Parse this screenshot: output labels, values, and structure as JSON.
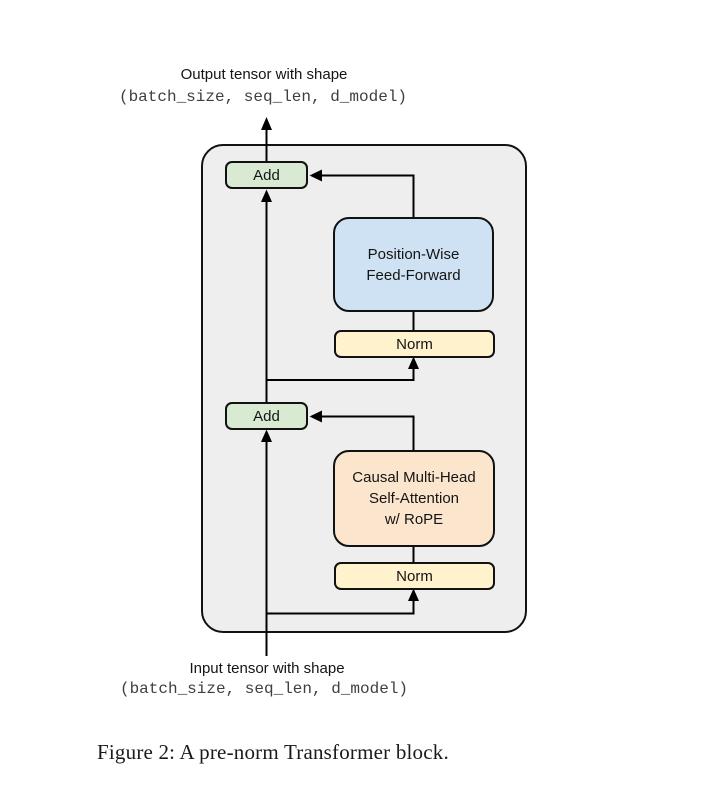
{
  "figure": {
    "output_label": "Output tensor with shape",
    "output_shape": "(batch_size, seq_len, d_model)",
    "input_label": "Input tensor with shape",
    "input_shape": "(batch_size, seq_len, d_model)",
    "caption": "Figure 2: A pre-norm Transformer block."
  },
  "diagram": {
    "description": "Pre-norm Transformer block flow diagram",
    "container_fill": "#eeeeee",
    "line_color": "#000000",
    "blocks": {
      "add_top": {
        "label": "Add",
        "fill": "#d9ead3"
      },
      "ffn": {
        "line1": "Position-Wise",
        "line2": "Feed-Forward",
        "fill": "#cfe2f3"
      },
      "norm_top": {
        "label": "Norm",
        "fill": "#fff2cc"
      },
      "add_bottom": {
        "label": "Add",
        "fill": "#d9ead3"
      },
      "attention": {
        "line1": "Causal Multi-Head",
        "line2": "Self-Attention",
        "line3": "w/ RoPE",
        "fill": "#fce5cd"
      },
      "norm_bottom": {
        "label": "Norm",
        "fill": "#fff2cc"
      }
    }
  }
}
